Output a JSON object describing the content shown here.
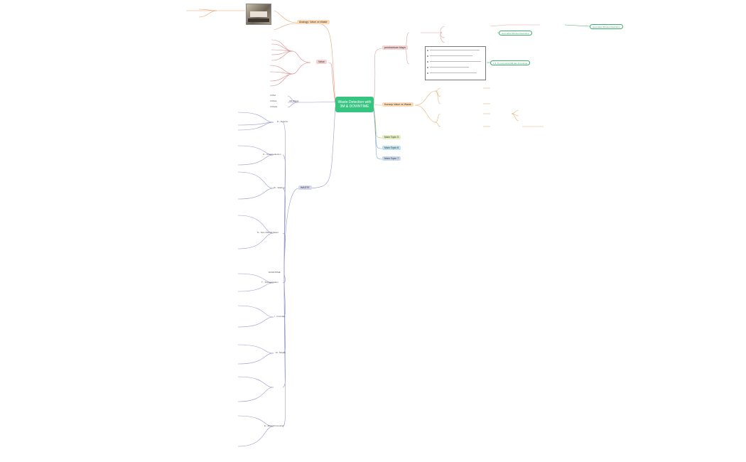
{
  "root": "Waste Detection with 3M & DOWNTIME",
  "right_topics": [
    "pembantuan biaya",
    "Konsep Value vs Waste",
    "Main Topic 5",
    "Main Topic 6",
    "Main Topic 7"
  ],
  "left_topics": {
    "analogy": "Analogy: Value vs Waste",
    "value": "Value",
    "waste": "WASTE"
  },
  "badges": {
    "a": "pust sebul 3M dan Downtime",
    "b": "pust sebul 3M dan Downtime",
    "c": "7 & 7b pust sebul 3M dan Downtime"
  },
  "left_labels": {
    "muri": "3 Muri",
    "mura": "3 Mura",
    "muda": "3 Muda",
    "m3": "3M Waste",
    "downtime": "DOWNTIME",
    "d": "D - Defects",
    "o": "O - Overproduction",
    "w": "W - Waiting",
    "n": "N - Non-Utilized Talent",
    "t": "T - Transportation",
    "i": "I - Inventory",
    "m": "M - Motion",
    "e": "E - Extra Processing"
  }
}
